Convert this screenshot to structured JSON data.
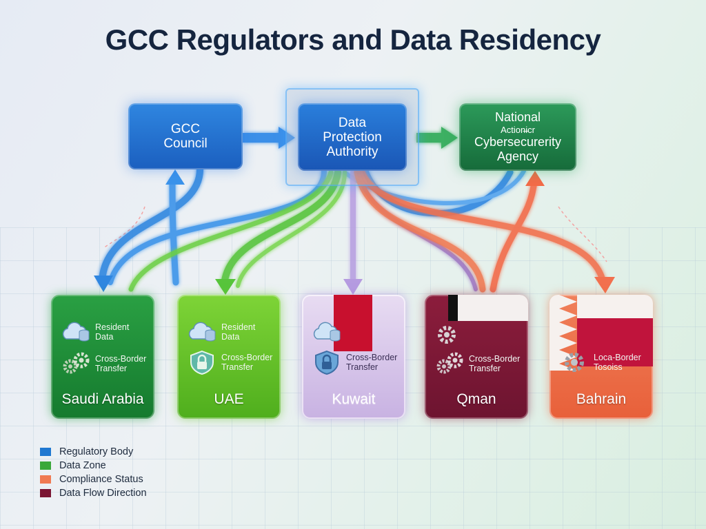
{
  "title": "GCC Regulators and Data Residency",
  "regulators": [
    {
      "id": "gcc",
      "lines": [
        "GCC",
        "Council"
      ]
    },
    {
      "id": "dpa",
      "lines": [
        "Data",
        "Protection",
        "Authority"
      ]
    },
    {
      "id": "nca",
      "lines": [
        "National",
        "Αction̶icr",
        "Cybersecurerity",
        "Agency"
      ]
    }
  ],
  "countries": {
    "saudi": {
      "name": "Saudi Arabia",
      "rows": [
        "Resident Data",
        "Cross-Border Transfer"
      ]
    },
    "uae": {
      "name": "UAE",
      "rows": [
        "Resident Data",
        "Cross-Border Transfer"
      ]
    },
    "kuwait": {
      "name": "Kuwait",
      "rows": [
        "Cross-Border Transfer"
      ]
    },
    "oman": {
      "name": "Qman",
      "rows": [
        "Cross-Border Transfer"
      ]
    },
    "bahrain": {
      "name": "Bahrain",
      "rows": [
        "Loca-Border Tosoiss"
      ]
    }
  },
  "row_text": {
    "resident_1": "Resident",
    "resident_2": "Data",
    "cross_1": "Cross-Border",
    "cross_2": "Transfer",
    "loca_1": "Loca-Border",
    "loca_2": "Tosoiss"
  },
  "legend": [
    {
      "label": "Regulatory Body",
      "color": "#1f78d1"
    },
    {
      "label": "Data Zone",
      "color": "#3aa83a"
    },
    {
      "label": "Compliance Status",
      "color": "#f07a52"
    },
    {
      "label": "Data Flow Direction",
      "color": "#7a1533"
    }
  ],
  "icons": [
    "cloud-database-icon",
    "gears-icon",
    "padlock-shield-icon"
  ],
  "colors": {
    "blue": "#2f86e0",
    "green": "#4fbf3a",
    "dark_green": "#1f8a48",
    "red": "#f2704e",
    "purple": "#a98ad4",
    "maroon": "#7a1533"
  }
}
